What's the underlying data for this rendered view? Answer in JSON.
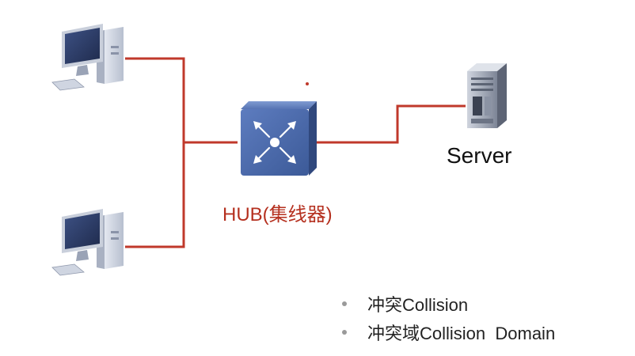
{
  "diagram": {
    "hub_label": "HUB(集线器)",
    "server_label": "Server",
    "notes": [
      "冲突Collision",
      "冲突域Collision  Domain"
    ]
  },
  "colors": {
    "link": "#c0392b",
    "hub_label": "#b5301f",
    "hub_body": "#4a6aa8",
    "monitor_screen": "#2f3f6a",
    "device_body": "#d6dbe6"
  },
  "icons": [
    "computer-icon",
    "computer-icon",
    "hub-icon",
    "server-icon"
  ]
}
